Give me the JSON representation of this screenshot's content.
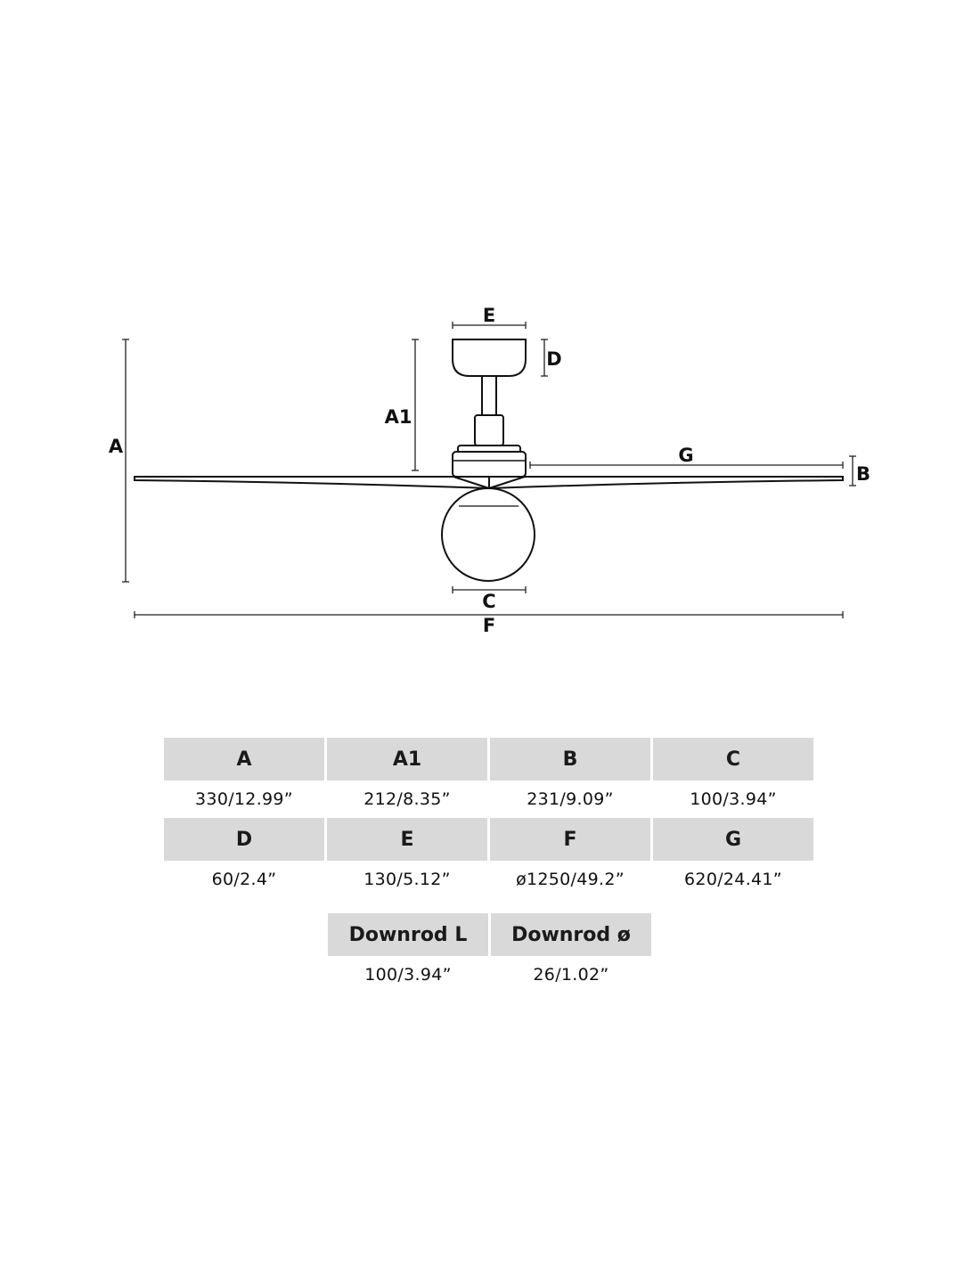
{
  "diagram": {
    "labels": {
      "A": "A",
      "A1": "A1",
      "B": "B",
      "C": "C",
      "D": "D",
      "E": "E",
      "F": "F",
      "G": "G"
    }
  },
  "spec_table": {
    "headers": [
      "A",
      "A1",
      "B",
      "C",
      "D",
      "E",
      "F",
      "G"
    ],
    "values": [
      "330/12.99”",
      "212/8.35”",
      "231/9.09”",
      "100/3.94”",
      "60/2.4”",
      "130/5.12”",
      "ø1250/49.2”",
      "620/24.41”"
    ]
  },
  "downrod_table": {
    "headers": [
      "Downrod L",
      "Downrod ø"
    ],
    "values": [
      "100/3.94”",
      "26/1.02”"
    ]
  }
}
